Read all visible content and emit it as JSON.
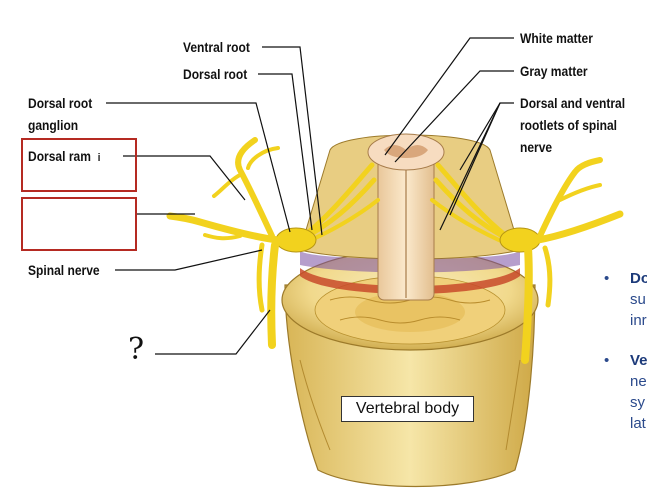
{
  "labels": {
    "ventral_root": "Ventral root",
    "dorsal_root": "Dorsal root",
    "dorsal_root_ganglion_1": "Dorsal root",
    "dorsal_root_ganglion_2": "ganglion",
    "dorsal_ramus": "Dorsal ram",
    "dorsal_ramus_tail": "i",
    "spinal_nerve": "Spinal nerve",
    "white_matter": "White matter",
    "gray_matter": "Gray matter",
    "rootlets_1": "Dorsal and ventral",
    "rootlets_2": "rootlets of spinal",
    "rootlets_3": "nerve",
    "question_mark": "?",
    "vertebral_body": "Vertebral body"
  },
  "bullets": [
    {
      "head": "Do",
      "lines": [
        "su",
        "inr"
      ]
    },
    {
      "head": "Ve",
      "lines": [
        "ne",
        "sy",
        "lat"
      ]
    }
  ],
  "colors": {
    "nerve_yellow": "#f2d21e",
    "bone": "#f3e1a0",
    "bone_shade": "#d9b85a",
    "annulus_red": "#c84a2a",
    "frame_red": "#b52a22",
    "bullet_blue": "#2b4a8c"
  }
}
